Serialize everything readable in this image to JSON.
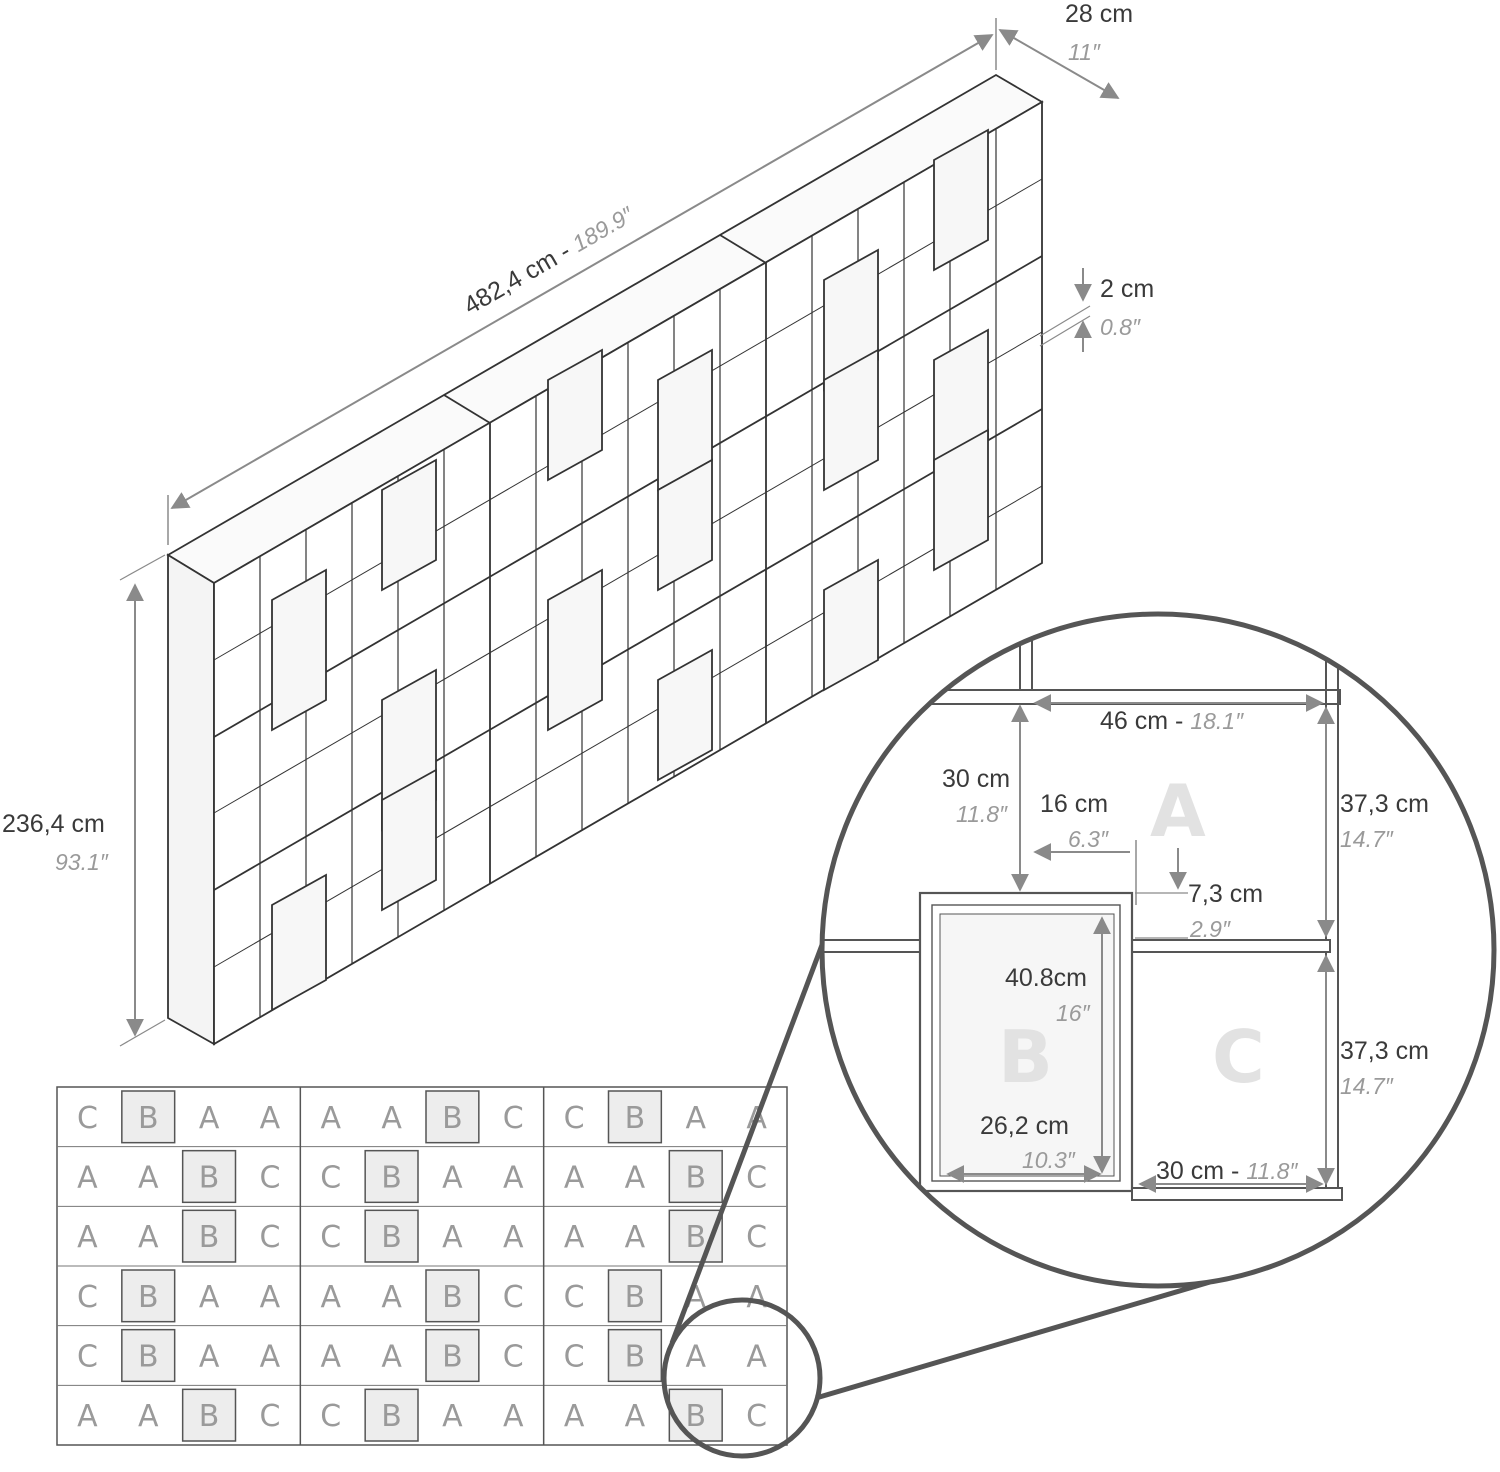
{
  "dimensions": {
    "total_width": {
      "metric": "482,4 cm",
      "sep": " - ",
      "imperial": "189.9″"
    },
    "depth": {
      "metric": "28 cm",
      "imperial": "11″"
    },
    "thickness": {
      "metric": "2 cm",
      "imperial": "0.8″"
    },
    "total_height": {
      "metric": "236,4 cm",
      "imperial": "93.1″"
    }
  },
  "detail": {
    "a_width": {
      "metric": "46 cm",
      "sep": " - ",
      "imperial": "18.1″"
    },
    "a_height": {
      "metric": "30 cm",
      "imperial": "11.8″"
    },
    "b_offset": {
      "metric": "16 cm",
      "imperial": "6.3″"
    },
    "b_step": {
      "metric": "7,3 cm",
      "imperial": "2.9″"
    },
    "b_height": {
      "metric": "40.8cm",
      "imperial": "16″"
    },
    "b_width": {
      "metric": "26,2 cm",
      "imperial": "10.3″"
    },
    "c_width": {
      "metric": "30 cm",
      "sep": " - ",
      "imperial": "11.8″"
    },
    "upper_height": {
      "metric": "37,3 cm",
      "imperial": "14.7″"
    },
    "lower_height": {
      "metric": "37,3 cm",
      "imperial": "14.7″"
    },
    "letters": {
      "a": "A",
      "b": "B",
      "c": "C"
    }
  },
  "plan": {
    "rows": [
      [
        "C",
        "B",
        "A",
        "A",
        "A",
        "A",
        "B",
        "C",
        "C",
        "B",
        "A",
        "A"
      ],
      [
        "A",
        "A",
        "B",
        "C",
        "C",
        "B",
        "A",
        "A",
        "A",
        "A",
        "B",
        "C"
      ],
      [
        "A",
        "A",
        "B",
        "C",
        "C",
        "B",
        "A",
        "A",
        "A",
        "A",
        "B",
        "C"
      ],
      [
        "C",
        "B",
        "A",
        "A",
        "A",
        "A",
        "B",
        "C",
        "C",
        "B",
        "A",
        "A"
      ],
      [
        "C",
        "B",
        "A",
        "A",
        "A",
        "A",
        "B",
        "C",
        "C",
        "B",
        "A",
        "A"
      ],
      [
        "A",
        "A",
        "B",
        "C",
        "C",
        "B",
        "A",
        "A",
        "A",
        "A",
        "B",
        "C"
      ]
    ]
  },
  "colors": {
    "line": "#333333",
    "dim": "#8a8a8a",
    "text": "#3a3a3a",
    "italic": "#9a9a9a",
    "b_fill": "#ededed"
  }
}
